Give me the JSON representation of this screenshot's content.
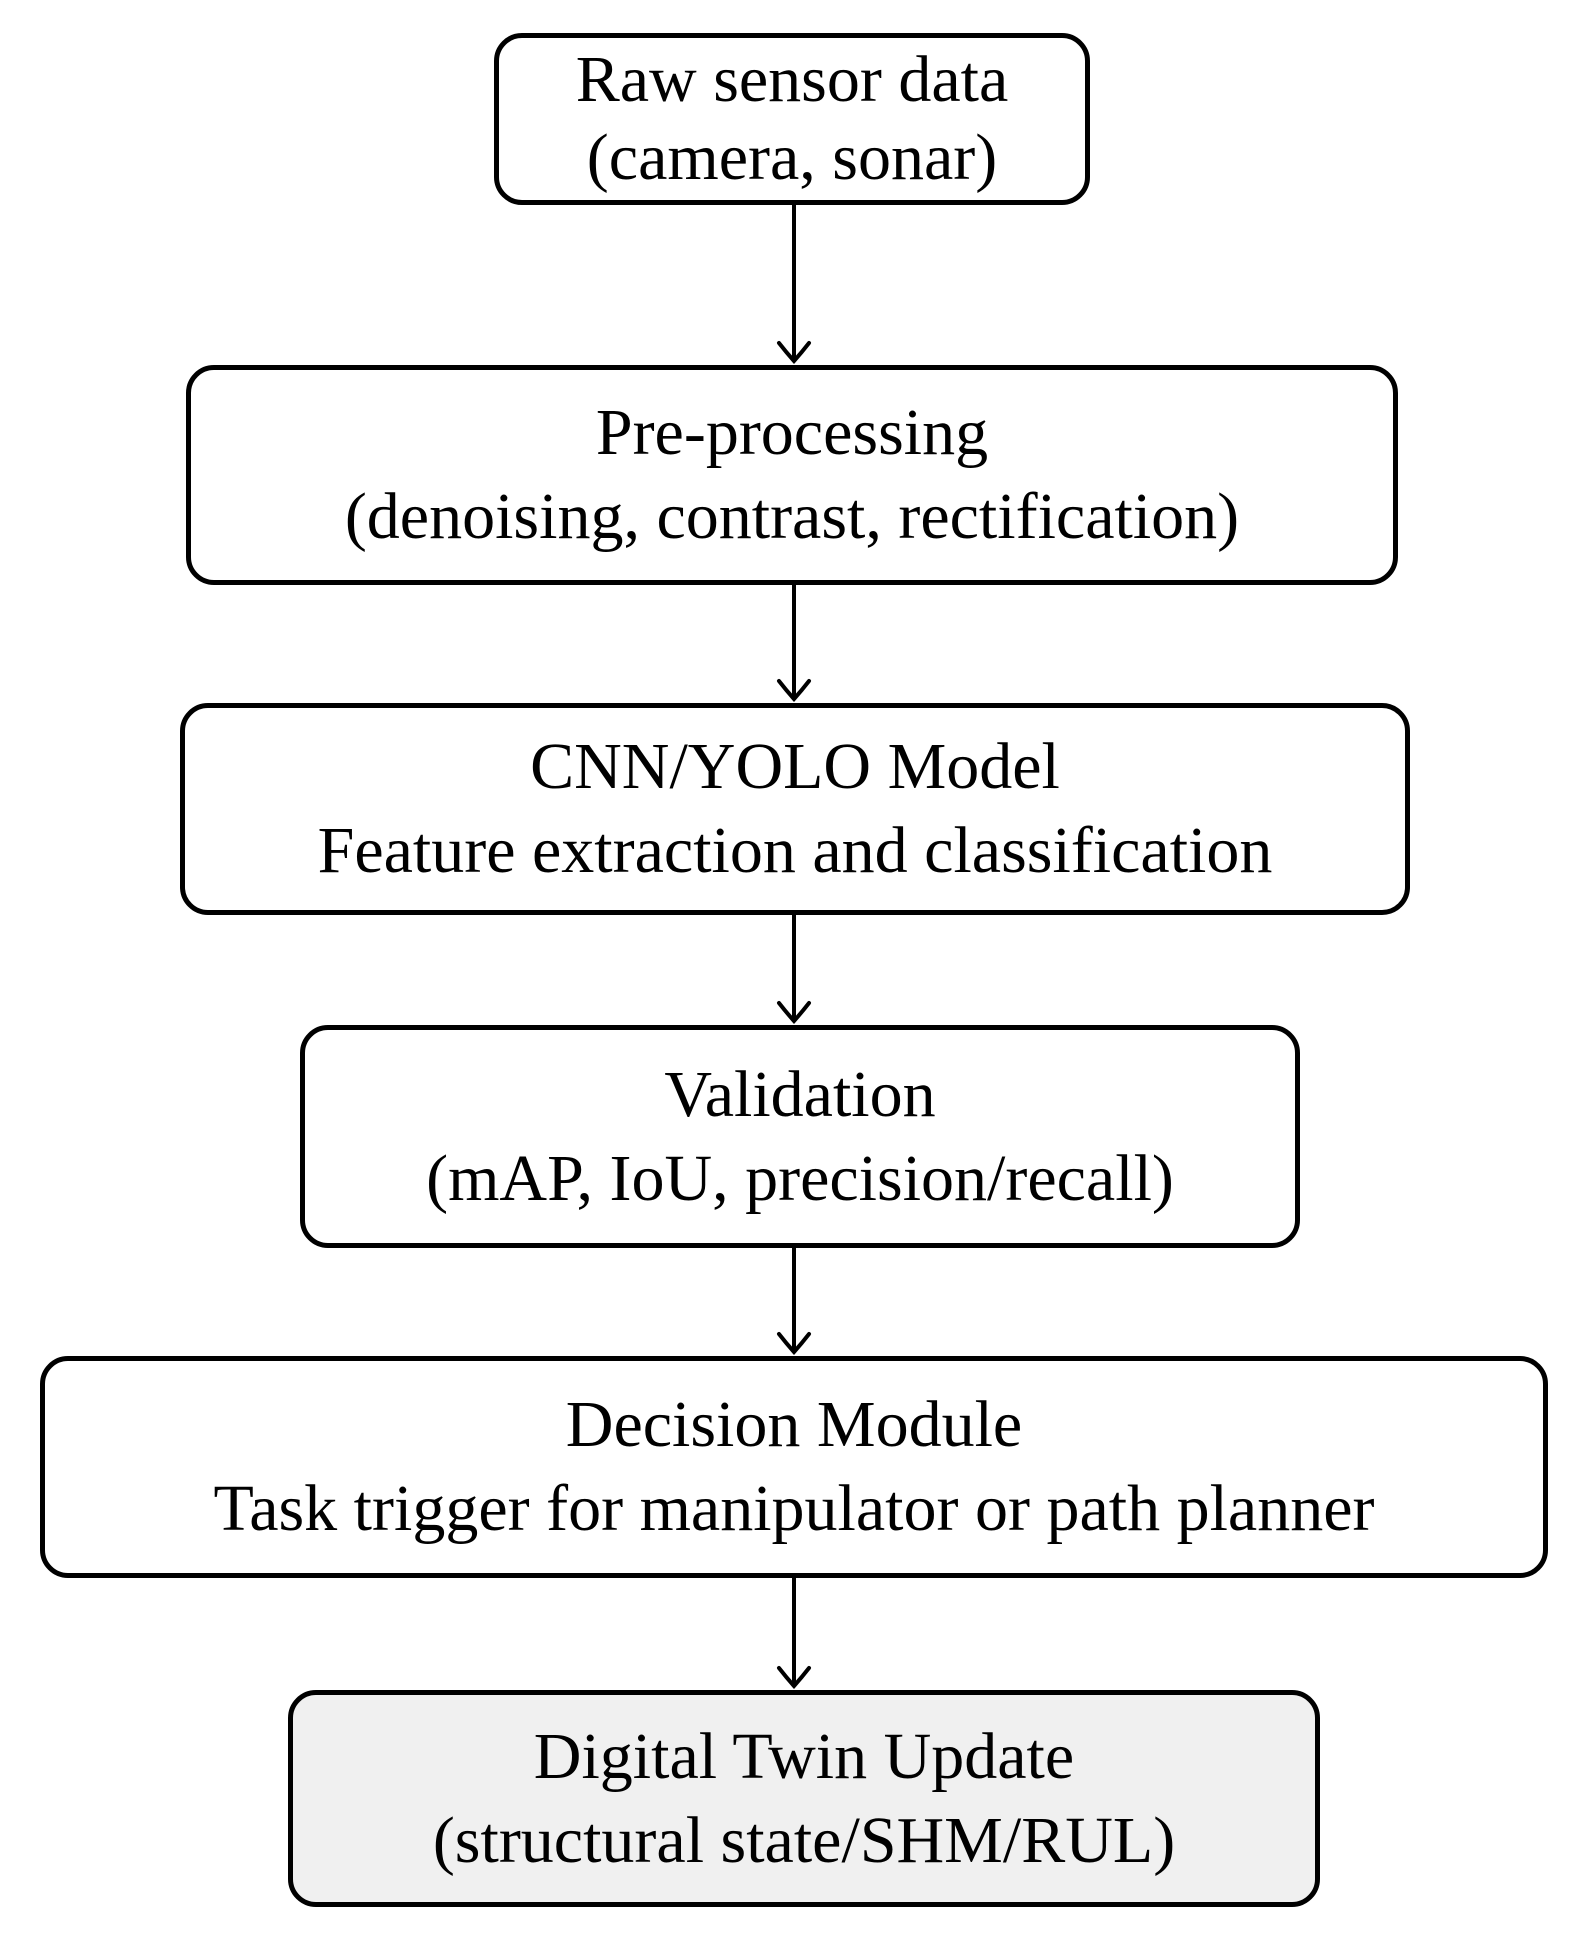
{
  "diagram": {
    "type": "flowchart",
    "background_color": "#ffffff",
    "stroke_color": "#000000",
    "node_fill_color": "#ffffff",
    "highlight_node_fill_color": "#f0f0f0",
    "nodes": [
      {
        "id": "raw-sensor-data",
        "line1": "Raw sensor data",
        "line2": "(camera, sonar)"
      },
      {
        "id": "pre-processing",
        "line1": "Pre-processing",
        "line2": "(denoising, contrast, rectification)"
      },
      {
        "id": "cnn-yolo-model",
        "line1": "CNN/YOLO Model",
        "line2": "Feature extraction and classification"
      },
      {
        "id": "validation",
        "line1": "Validation",
        "line2": "(mAP, IoU, precision/recall)"
      },
      {
        "id": "decision-module",
        "line1": "Decision Module",
        "line2": "Task trigger for manipulator or path planner"
      },
      {
        "id": "digital-twin-update",
        "line1": "Digital Twin Update",
        "line2": "(structural state/SHM/RUL)",
        "fill": "#f0f0f0"
      }
    ],
    "connections": [
      {
        "from": "raw-sensor-data",
        "to": "pre-processing"
      },
      {
        "from": "pre-processing",
        "to": "cnn-yolo-model"
      },
      {
        "from": "cnn-yolo-model",
        "to": "validation"
      },
      {
        "from": "validation",
        "to": "decision-module"
      },
      {
        "from": "decision-module",
        "to": "digital-twin-update"
      }
    ]
  }
}
